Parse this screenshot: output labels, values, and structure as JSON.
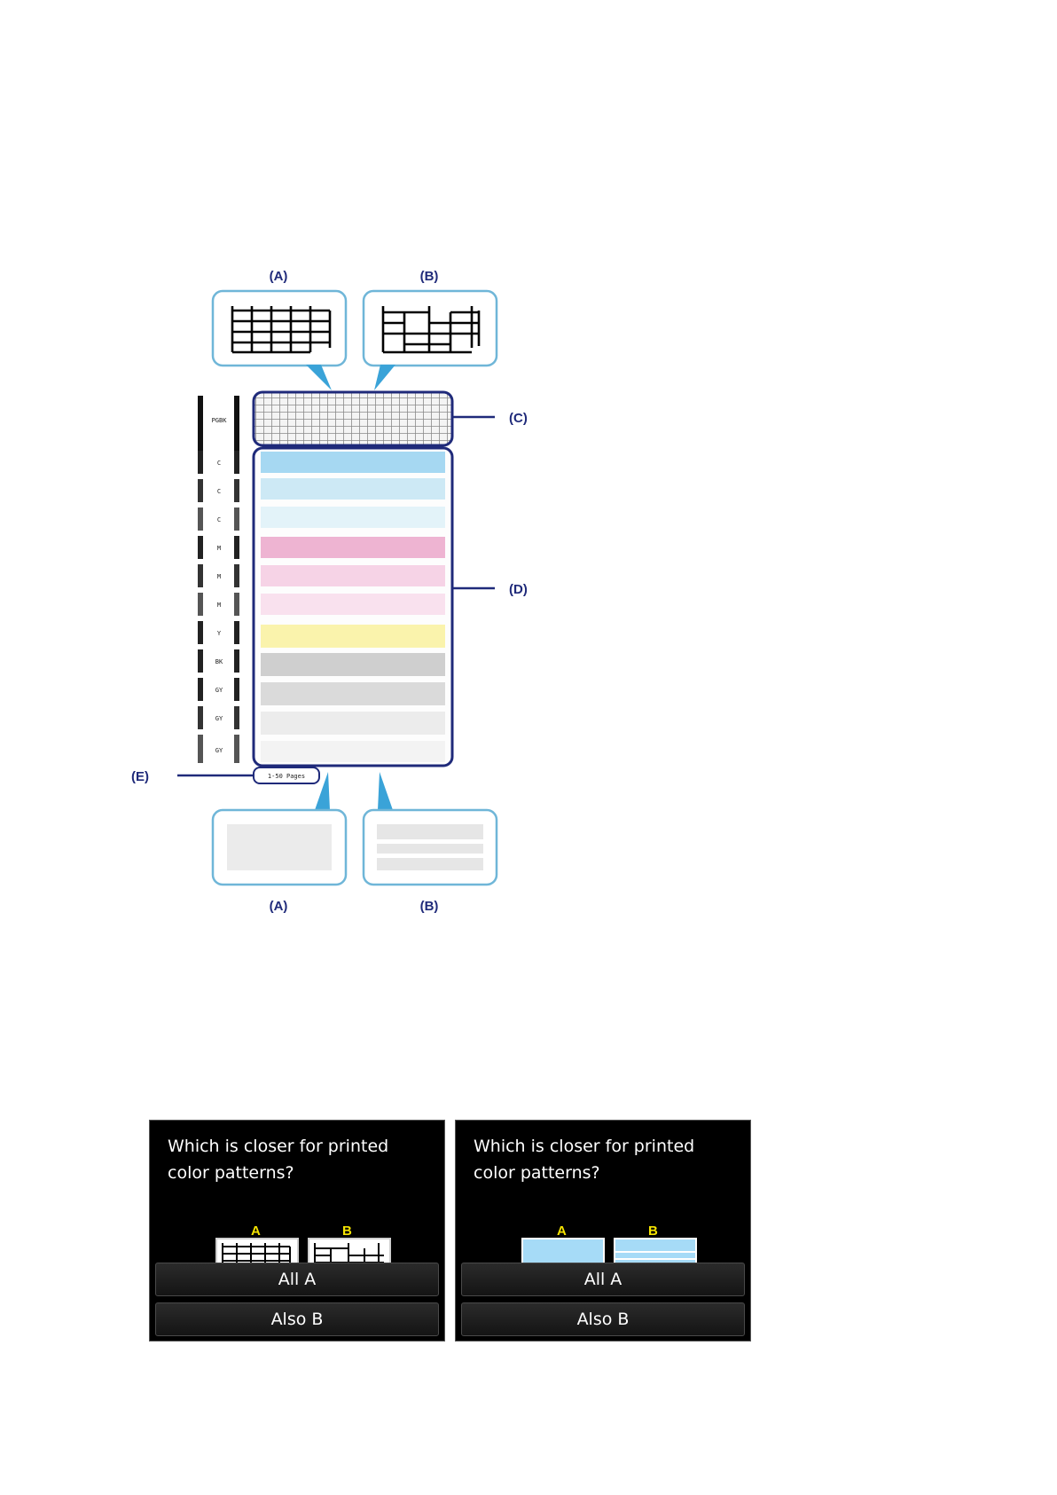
{
  "diagram": {
    "callout_top_a": "(A)",
    "callout_top_b": "(B)",
    "callout_bottom_a": "(A)",
    "callout_bottom_b": "(B)",
    "label_c": "(C)",
    "label_d": "(D)",
    "label_e": "(E)",
    "page_range": "1-50 Pages",
    "nozzle_labels": [
      "PGBK",
      "C",
      "C",
      "C",
      "M",
      "M",
      "M",
      "Y",
      "BK",
      "GY",
      "GY",
      "GY"
    ],
    "colors": {
      "accent": "#1f2a7a",
      "callout_border": "#6fb6d8",
      "cyan_band": "#a6d8f2",
      "magenta_band": "#eeb4d2",
      "yellow_band": "#faf3ac",
      "black_band": "#cfcfcf",
      "gray_band": "#e8e8e8"
    }
  },
  "screens": [
    {
      "question_line1": "Which is closer for printed",
      "question_line2": "color patterns?",
      "option_a": "A",
      "option_b": "B",
      "button_all": "All A",
      "button_also": "Also B"
    },
    {
      "question_line1": "Which is closer for printed",
      "question_line2": "color patterns?",
      "option_a": "A",
      "option_b": "B",
      "button_all": "All A",
      "button_also": "Also B"
    }
  ]
}
